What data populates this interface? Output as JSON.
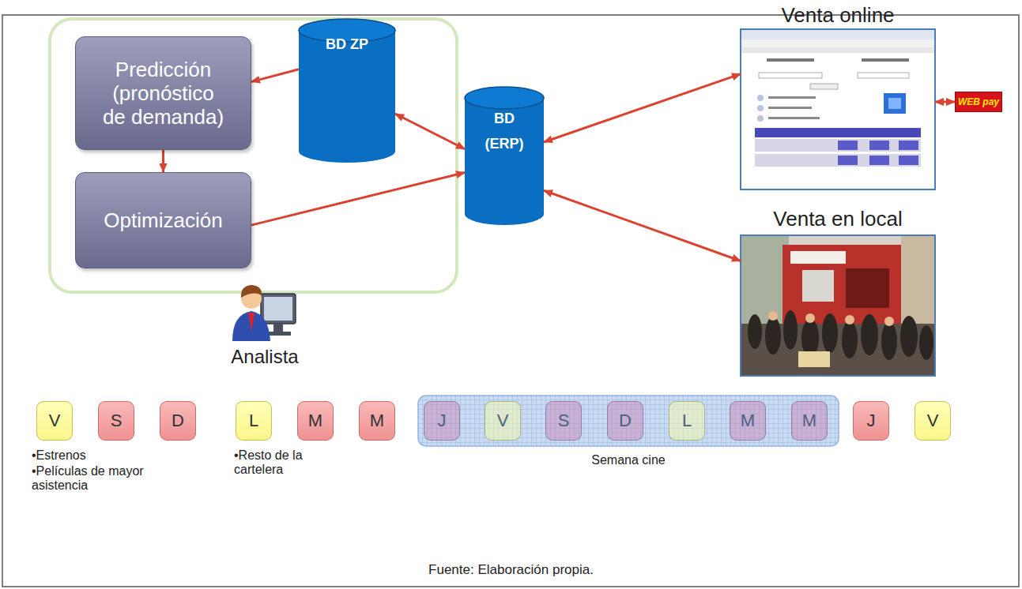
{
  "diagram": {
    "caption": "Fuente: Elaboración propia.",
    "nodes": [
      {
        "text": [
          "Predicción (pronóstico de demanda)"
        ]
      },
      {
        "text": [
          "BD ZP"
        ]
      },
      {
        "text": [
          "Optimización"
        ]
      },
      {
        "text": [
          "BD (ERP)"
        ]
      },
      {
        "text": [
          "Venta online"
        ]
      },
      {
        "text": [
          "WEB pay"
        ]
      },
      {
        "text": [
          "Venta en local"
        ]
      },
      {
        "text": [
          "V"
        ]
      },
      {
        "text": [
          "S"
        ]
      },
      {
        "text": [
          "D"
        ]
      },
      {
        "text": [
          "L"
        ]
      },
      {
        "text": [
          "M"
        ]
      },
      {
        "text": [
          "M"
        ]
      },
      {
        "text": [
          "Semana cine"
        ]
      },
      {
        "text": [
          "J"
        ],
        "in": 13
      },
      {
        "text": [
          "V"
        ],
        "in": 13
      },
      {
        "text": [
          "S"
        ],
        "in": 13
      },
      {
        "text": [
          "D"
        ],
        "in": 13
      },
      {
        "text": [
          "L"
        ],
        "in": 13
      },
      {
        "text": [
          "M"
        ],
        "in": 13
      },
      {
        "text": [
          "M"
        ],
        "in": 13
      },
      {
        "text": [
          "J"
        ]
      },
      {
        "text": [
          "V"
        ]
      }
    ],
    "edges": [
      {
        "from": 1,
        "to": 0,
        "arrow": "to"
      },
      {
        "from": 0,
        "to": 2,
        "arrow": "to"
      },
      {
        "from": 1,
        "to": 3,
        "arrow": "both"
      },
      {
        "from": 2,
        "to": 3,
        "arrow": "to"
      },
      {
        "from": 3,
        "to": 4,
        "arrow": "both"
      },
      {
        "from": 3,
        "to": 6,
        "arrow": "both"
      },
      {
        "from": 4,
        "to": 5,
        "arrow": "both"
      }
    ],
    "labels": [
      "Analista",
      "•Estrenos",
      "•Películas de mayor asistencia",
      "•Resto de la cartelera"
    ]
  }
}
